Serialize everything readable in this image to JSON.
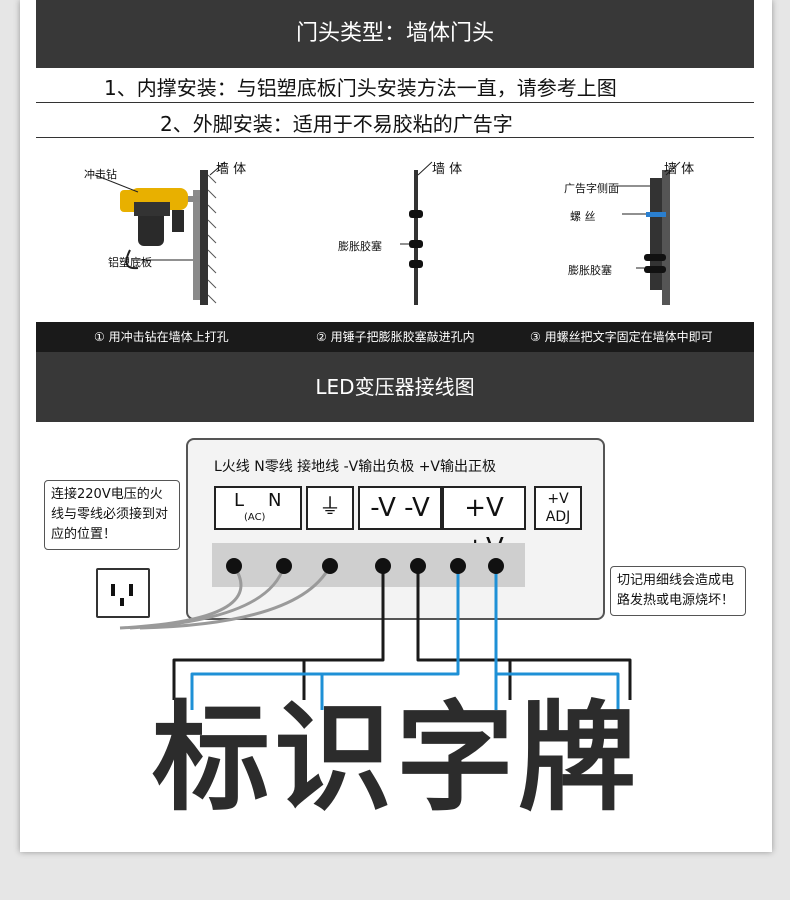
{
  "header1": "门头类型：墙体门头",
  "line1": "1、内撑安装：与铝塑底板门头安装方法一直，请参考上图",
  "line2": "2、外脚安装：适用于不易胶粘的广告字",
  "fig1": {
    "wall": "墙 体",
    "drill": "冲击钻",
    "board": "铝塑底板"
  },
  "fig2": {
    "wall": "墙 体",
    "plug": "膨胀胶塞"
  },
  "fig3": {
    "wall": "墙 体",
    "side": "广告字侧面",
    "screw": "螺 丝",
    "plug": "膨胀胶塞"
  },
  "steps": [
    "① 用冲击钻在墙体上打孔",
    "② 用锤子把膨胀胶塞敲进孔内",
    "③ 用螺丝把文字固定在墙体中即可"
  ],
  "header2": "LED变压器接线图",
  "terminal_labels": "L火线 N零线  接地线  -V输出负极 +V输出正极",
  "boxes": {
    "l": "L",
    "n": "N",
    "ac": "(AC)",
    "ground": "⏚",
    "minus": "-V -V",
    "plus": "+V +V",
    "adj_top": "+V",
    "adj_bottom": "ADJ"
  },
  "note_left": "连接220V电压的火线与零线必须接到对应的位置！",
  "note_right": "切记用细线会造成电路发热或电源烧坏！",
  "big_text": "标识字牌",
  "colors": {
    "blue_wire": "#1e90d6",
    "gray_wire": "#9a9a9a",
    "dark": "#383838"
  }
}
